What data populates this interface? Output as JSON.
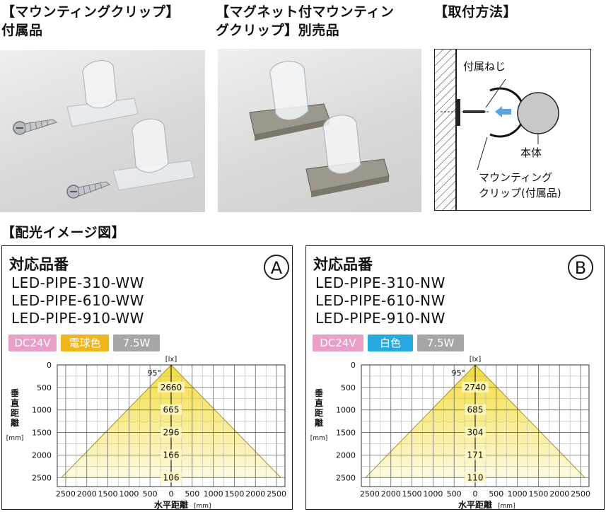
{
  "sections": {
    "mounting_clip": {
      "line1": "【マウンティングクリップ】",
      "line2": "付属品"
    },
    "magnet_clip": {
      "line1": "【マグネット付マウンティン",
      "line2": "グクリップ】別売品"
    },
    "install_method": {
      "title": "【取付方法】"
    },
    "light_distribution": {
      "title": "【配光イメージ図】"
    }
  },
  "install_diagram": {
    "screw_label": "付属ねじ",
    "body_label": "本体",
    "clip_label_line1": "マウンティング",
    "clip_label_line2": "クリップ(付属品)"
  },
  "panels": [
    {
      "letter": "A",
      "heading": "対応品番",
      "models": [
        "LED-PIPE-310-WW",
        "LED-PIPE-610-WW",
        "LED-PIPE-910-WW"
      ],
      "badges": [
        {
          "label": "DC24V",
          "color": "#e99fc8"
        },
        {
          "label": "電球色",
          "color": "#f1b51c"
        },
        {
          "label": "7.5W",
          "color": "#a6a6a6"
        }
      ]
    },
    {
      "letter": "B",
      "heading": "対応品番",
      "models": [
        "LED-PIPE-310-NW",
        "LED-PIPE-610-NW",
        "LED-PIPE-910-NW"
      ],
      "badges": [
        {
          "label": "DC24V",
          "color": "#e99fc8"
        },
        {
          "label": "白色",
          "color": "#27a8e0"
        },
        {
          "label": "7.5W",
          "color": "#a6a6a6"
        }
      ]
    }
  ],
  "chart_data": [
    {
      "type": "area",
      "panel": "A",
      "beam_angle_label": "95°",
      "lux_unit": "[lx]",
      "y_axis_label": "垂直距離",
      "y_unit": "[mm]",
      "x_axis_label": "水平距離",
      "x_unit": "[mm]",
      "x_ticks": [
        2500,
        2000,
        1500,
        1000,
        500,
        0,
        500,
        1000,
        1500,
        2000,
        2500
      ],
      "y_ticks": [
        0,
        500,
        1000,
        1500,
        2000,
        2500
      ],
      "xlim": [
        -2700,
        2700
      ],
      "ylim": [
        0,
        2700
      ],
      "illuminance": [
        {
          "distance": 500,
          "lux": 2660
        },
        {
          "distance": 1000,
          "lux": 665
        },
        {
          "distance": 1500,
          "lux": 296
        },
        {
          "distance": 2000,
          "lux": 166
        },
        {
          "distance": 2500,
          "lux": 106
        }
      ],
      "beam_color": "#f2dc3c"
    },
    {
      "type": "area",
      "panel": "B",
      "beam_angle_label": "95°",
      "lux_unit": "[lx]",
      "y_axis_label": "垂直距離",
      "y_unit": "[mm]",
      "x_axis_label": "水平距離",
      "x_unit": "[mm]",
      "x_ticks": [
        2500,
        2000,
        1500,
        1000,
        500,
        0,
        500,
        1000,
        1500,
        2000,
        2500
      ],
      "y_ticks": [
        0,
        500,
        1000,
        1500,
        2000,
        2500
      ],
      "xlim": [
        -2700,
        2700
      ],
      "ylim": [
        0,
        2700
      ],
      "illuminance": [
        {
          "distance": 500,
          "lux": 2740
        },
        {
          "distance": 1000,
          "lux": 685
        },
        {
          "distance": 1500,
          "lux": 304
        },
        {
          "distance": 2000,
          "lux": 171
        },
        {
          "distance": 2500,
          "lux": 110
        }
      ],
      "beam_color": "#f2dc3c"
    }
  ]
}
